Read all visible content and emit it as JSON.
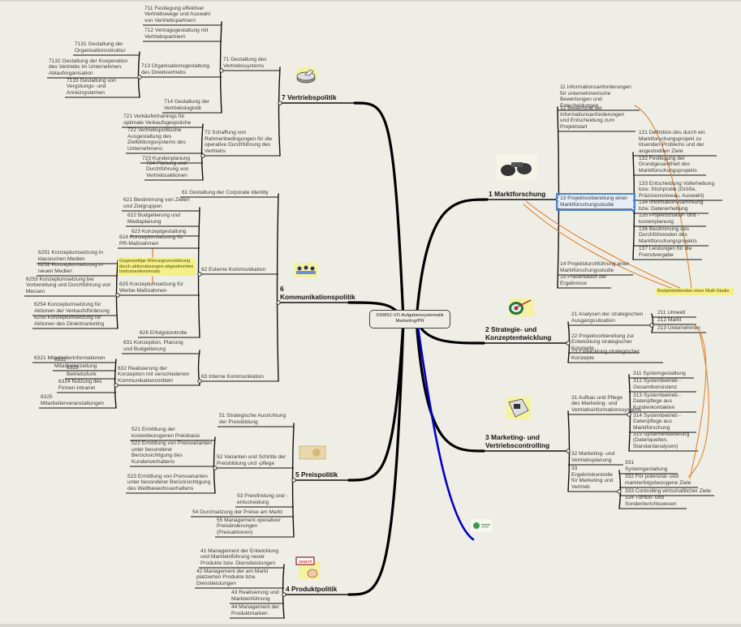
{
  "center": {
    "label": "939852-VO Aufgabensystematik Marketing/PR"
  },
  "colors": {
    "background": "#efeee6",
    "branch": "#000000",
    "highlight_branch": "#0000cc",
    "arrow": "#e07a1f",
    "note": "#f3f08a",
    "selection": "#4a86d8"
  },
  "notes": {
    "wirkung": "Gegenseitige Wirkungsverstärkung durch aktionsbezogen abgestimmten Instrumenteneinsatz",
    "multi": "Bedarfsbildenden einer Multi-Studie"
  },
  "selected_node": "13",
  "nodes": {
    "7": "7  Vertriebspolitik",
    "71": "71  Gestaltung des Vertriebssystems",
    "711": "711  Festlegung effektiver Vertriebswege und Auswahl von Vertriebspartnern",
    "712": "712  Vertragsgestaltung mit Vertriebspartnern",
    "713": "713  Organisationsgestaltung des Direktvertriebs",
    "714": "714  Gestaltung der Vertriebslogistik",
    "7131": "7131  Gestaltung der Organisationsstruktur",
    "7132": "7132  Gestaltung der Kooperation des Vertriebs im Unternehmen: Ablauforganisation",
    "7133": "7133  Gestaltung von Vergütungs- und Anreizsystemen",
    "72": "72  Schaffung von Rahmenbedingungen für die operative Durchführung des Vertriebs",
    "721": "721  Verkäufertrainings für optimale Verkaufsgespräche",
    "722": "722  Vertriebspolitische Ausgestaltung des Zielbildungssystems des Unternehmens",
    "723": "723  Kundenplanung",
    "724": "724  Planung und Durchführung von Vertriebsaktionen",
    "6": "6  Kommunikationspolitik",
    "61": "61  Gestaltung der Corporate Identity",
    "62": "62  Externe Kommunikation",
    "621": "621  Bestimmung von Zielen und Zielgruppen",
    "622": "622  Budgetierung und Mediaplanung",
    "623": "623  Konzeptgestaltung",
    "624": "624  Konzeptumsetzung für PR-Maßnahmen",
    "625": "625  Konzeptumsetzung für Werbe-Maßnahmen",
    "626": "626  Erfolgskontrolle",
    "6251": "6251  Konzeptumsetzung in klassischen Medien",
    "6252": "6252  Konzeptumsetzung in neuen Medien",
    "6253": "6253  Konzeptumsetzung bei Vorbereitung und Durchführung von Messen",
    "6254": "6254  Konzeptumsetzung für Aktionen der Verkaufsförderung",
    "6255": "6255  Konzeptumsetzung für Aktionen des Direktmarketing",
    "63": "63  Interne Kommunikation",
    "631": "631  Konzeption, Planung und Budgetierung",
    "632": "632  Realisierung der Konzeption mit verschiedenen Kommunikationsmitteln",
    "6321": "6321  Mitarbeiterinformationen",
    "6322": "6322  Mitarbeiterzeitung",
    "6323": "6323  Betriebsfunk",
    "6324": "6324  Nutzung des Firmen-Intranet",
    "6325": "6325  Mitarbeiterveranstaltungen",
    "5": "5  Preispolitik",
    "51": "51  Strategische Ausrichtung der Preisbildung",
    "52": "52  Varianten und Schritte der Preisbildung und -pflege",
    "521": "521  Ermittlung der kostenbezogenen Preisbasis",
    "522": "522  Ermittlung von Preisvarianten unter besonderer Berücksichtigung des Kundenverhaltens",
    "523": "523  Ermittlung von Preisvarianten unter besonderer Berücksichtigung des Wettbewerbsverhaltens",
    "53": "53  Preisfindung und -entscheidung",
    "54": "54  Durchsetzung der Preise am Markt",
    "55": "55  Management operativer Preisänderungen (Preisaktionen)",
    "4": "4  Produktpolitik",
    "41": "41  Management der Entwicklung und Markteinführung neuer Produkte bzw. Dienstleistungen",
    "42": "42  Management der am Markt platzierten Produkte bzw. Dienstleistungen",
    "43": "43  Realisierung und Markteinführung",
    "44": "44  Management der Produktmarken",
    "1": "1  Marktforschung",
    "11": "11  Informationsanforderungen für unternehmerische Bewertungen und Entscheidungen",
    "12": "12  Bewertung der Informationsanforderungen und Entscheidung zum Projektstart",
    "13": "13  Projektvorbereitung einer Marktforschungsstudie",
    "131": "131  Definition des durch ein Marktforschungsprojekt zu lösenden Problems und der angestrebten Ziele",
    "132": "132  Festlegung der Grundgesamtheit des Marktforschungsprojekts",
    "133": "133  Entscheidung Vollerhebung bzw. Stichprobe (Größe, Präzisionsniveau, Auswahl)",
    "134": "134  Informationssammlung bzw. Datenerhebung",
    "135": "135  Projektstruktur- und -kostenplanung",
    "136": "136  Bestimmung des Durchführenden des Marktforschungsprojekts",
    "137": "137  Leistungen für die Fremdvergabe",
    "14": "14  Projektdurchführung einer Marktforschungsstudie",
    "15": "15  Präsentation der Ergebnisse",
    "2": "2  Strategie- und Konzeptentwicklung",
    "21": "21  Analysen der strategischen Ausgangssituation",
    "211": "211  Umwelt",
    "212": "212  Markt",
    "213": "213  Unternehmen",
    "22": "22  Projektvorbereitung zur Entwicklung strategischer Konzepte",
    "23": "23  Entwicklung strategischer Konzepte",
    "3": "3  Marketing- und Vertriebscontrolling",
    "31": "31  Aufbau und Pflege des Marketing- und Vertriebsinformationssystems",
    "311": "311  Systemgestaltung",
    "312": "312  Systembetrieb - Gesamtkonsistenz",
    "313": "313  Systembetrieb - Datenpflege aus Kundenkontakten",
    "314": "314  Systembetrieb - Datenpflege aus Marktforschung",
    "315": "315  Systemerweiterung (Datenquellen, Standardanalysen)",
    "32": "32  Marketing- und Vertriebsplanung",
    "33": "33  Ergebniskontrolle für Marketing und Vertrieb",
    "331": "331  Systemgestaltung",
    "332": "332  Für potenzial- und markterfolgsbezogene Ziele",
    "333": "333  Controlling wirtschaftlicher Ziele",
    "334": "334  Turnus- und Sonderberichtswesen"
  },
  "images": {
    "search_button_label": "search"
  }
}
